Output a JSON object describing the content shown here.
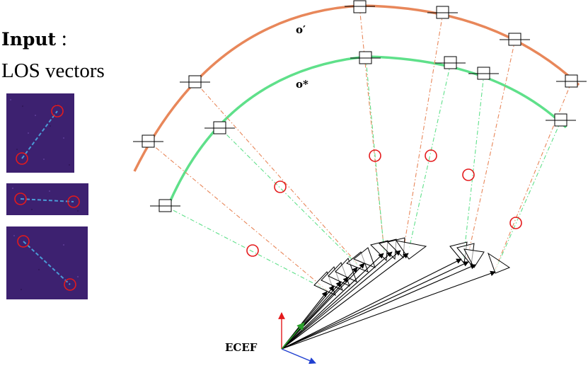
{
  "header": {
    "input_label": "Input",
    "separator": ":",
    "subtitle": "LOS vectors"
  },
  "labels": {
    "o_prime": "o′",
    "o_star": "o*",
    "ecef": "ECEF"
  },
  "colors": {
    "outer_arc": "#e8875a",
    "inner_arc": "#5fe08a",
    "detection_circle": "#e41a1c",
    "ecef_z_axis": "#e41a1c",
    "ecef_y_axis": "#1f3fd0",
    "ecef_x_axis": "#2ca02c",
    "thumbnail_bg": "#3a1f6b",
    "streak": "#4a9bd6"
  }
}
